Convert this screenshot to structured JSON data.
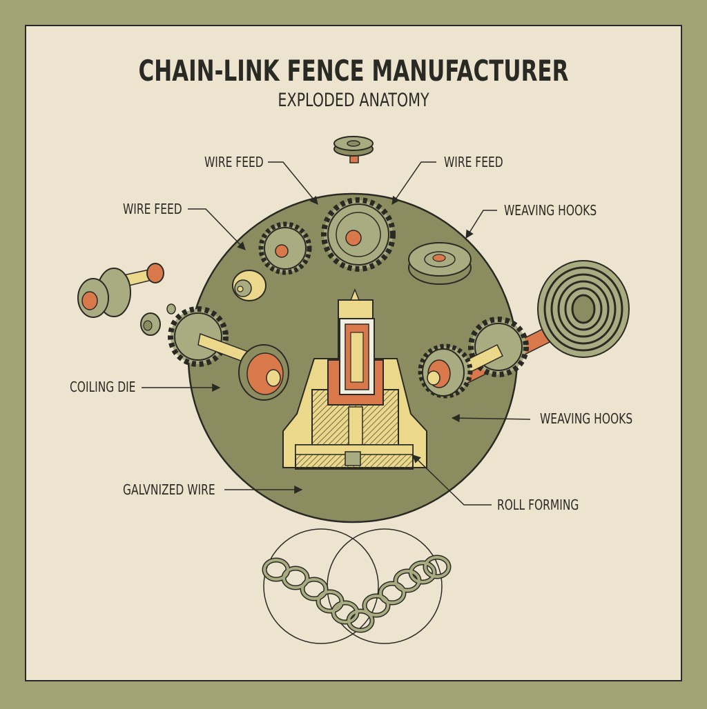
{
  "title": "CHAIN-LINK FENCE MANUFACTURER",
  "subtitle": "EXPLODED ANATOMY",
  "callouts": {
    "wire_feed_top_left": "WIRE FEED",
    "wire_feed_top_right": "WIRE FEED",
    "wire_feed_left": "WIRE FEED",
    "weaving_hooks_top": "WEAVING HOOKS",
    "coiling_die": "COILING DIE",
    "weaving_hooks_right": "WEAVING HOOKS",
    "galvanized_wire": "GALVNIZED WIRE",
    "roll_forming": "ROLL FORMING"
  },
  "colors": {
    "frame": "#a3a377",
    "paper": "#ede4cf",
    "disc": "#8b8c60",
    "metal": "#a9ab80",
    "copper": "#d9784a",
    "brass": "#ecd88a",
    "ink": "#2a2a24"
  }
}
